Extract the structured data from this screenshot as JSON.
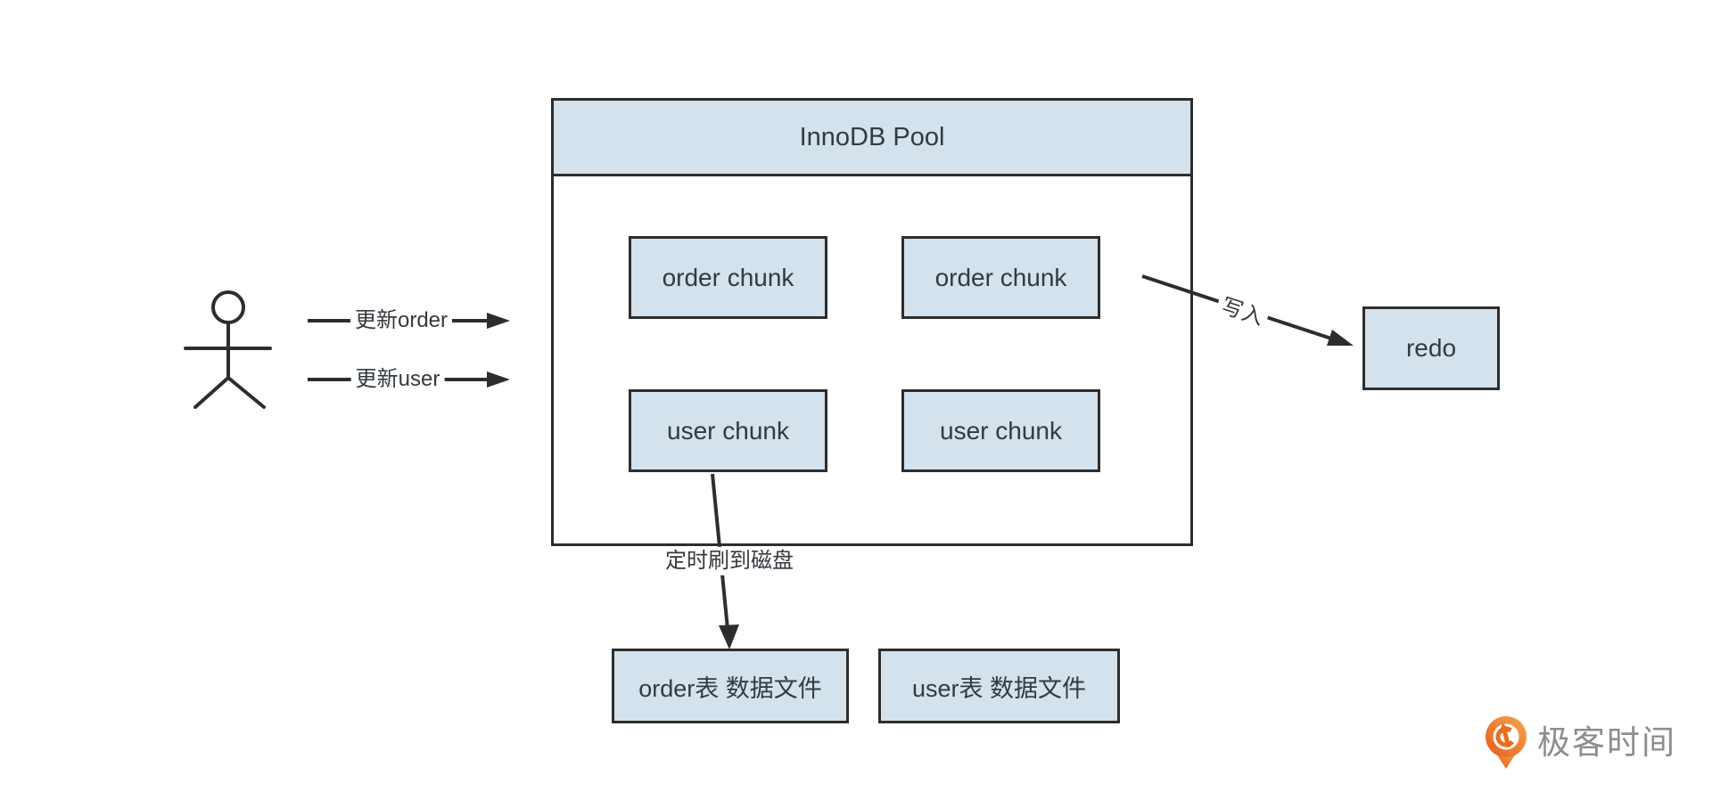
{
  "pool": {
    "title": "InnoDB Pool"
  },
  "chunks": [
    {
      "label": "order chunk"
    },
    {
      "label": "order chunk"
    },
    {
      "label": "user chunk"
    },
    {
      "label": "user chunk"
    }
  ],
  "redo": {
    "label": "redo"
  },
  "files": [
    {
      "label": "order表 数据文件"
    },
    {
      "label": "user表 数据文件"
    }
  ],
  "arrows": {
    "update_order_label": "更新order",
    "update_user_label": "更新user",
    "write_label": "写入",
    "flush_label": "定时刷到磁盘"
  },
  "actor": {
    "icon": "person-stick-figure"
  },
  "logo": {
    "text": "极客时间",
    "icon": "geektime-pin-icon"
  },
  "colors": {
    "box_fill": "#d3e2ec",
    "box_border": "#2d2d2d",
    "line": "#2d2d2d",
    "text": "#333a40",
    "logo_orange": "#ec6c1f",
    "logo_text": "#8d8d8d"
  }
}
